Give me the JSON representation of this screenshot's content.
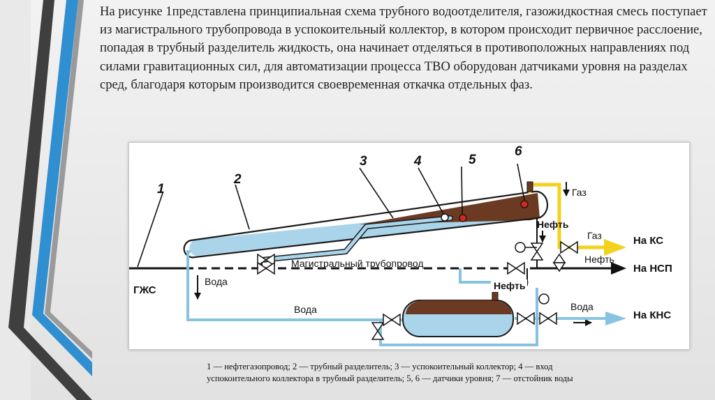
{
  "intro_text": "На рисунке 1представлена принципиальная схема трубного водоотделителя, газожидкостная смесь поступает из магистрального трубопровода в успокоительный коллектор, в котором происходит первичное расслоение, попадая в трубный разделитель жидкость, она начинает отделяться в противоположных направлениях под силами гравитационных сил, для автоматизации процесса ТВО оборудован датчиками уровня на разделах сред, благодаря которым производится своевременная откачка отдельных фаз.",
  "diagram": {
    "numbers": [
      "1",
      "2",
      "3",
      "4",
      "5",
      "6"
    ],
    "labels": {
      "gzhs": "ГЖС",
      "voda_down": "Вода",
      "main_pipeline": "Магистральный трубопровод",
      "voda_mid": "Вода",
      "voda_right": "Вода",
      "gaz_top": "Газ",
      "neft_top": "Нефть",
      "gaz_right": "Газ",
      "neft_right": "Нефть",
      "neft_box": "Нефть",
      "to_ks": "На КС",
      "to_nsp": "На НСП",
      "to_kns": "На КНС"
    },
    "colors": {
      "water": "#a9d4ea",
      "water_line": "#87c3e0",
      "oil": "#6b3a22",
      "gas": "#f2d21c",
      "outline": "#1a1a1a"
    }
  },
  "caption": "1 — нефтегазопровод; 2 — трубный разделитель; 3 — успокоительный коллектор; 4 — вход успокоительного коллектора в трубный разделитель; 5, 6 — датчики уровня; 7 — отстойник воды"
}
